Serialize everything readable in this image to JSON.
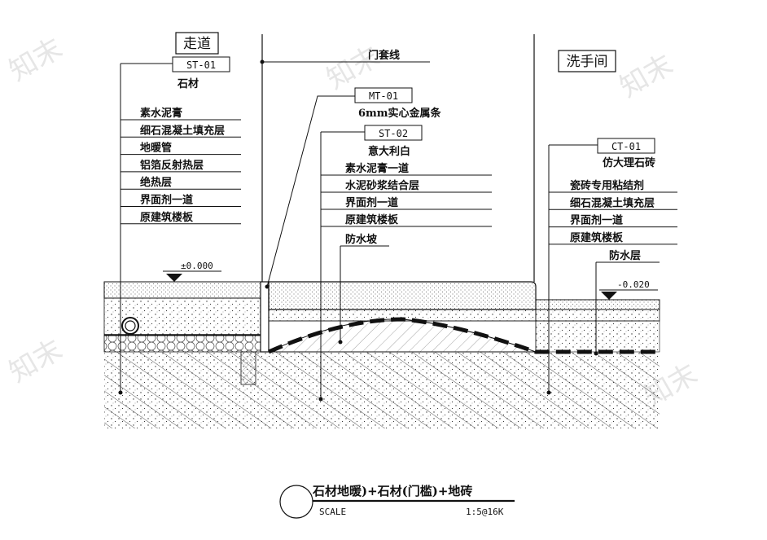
{
  "rooms": {
    "corridor": "走道",
    "washroom": "洗手间"
  },
  "watermark": "知末",
  "left_stack": {
    "code": "ST-01",
    "material": "石材",
    "layers": [
      "素水泥膏",
      "细石混凝土填充层",
      "地暖管",
      "铝箔反射热层",
      "绝热层",
      "界面剂一道",
      "原建筑楼板"
    ]
  },
  "door_frame": "门套线",
  "metal_strip": {
    "code": "MT-01",
    "material": "6mm实心金属条"
  },
  "threshold_stack": {
    "code": "ST-02",
    "material": "意大利白",
    "layers": [
      "素水泥膏一道",
      "水泥砂浆结合层",
      "界面剂一道",
      "原建筑楼板"
    ]
  },
  "waterproof_slope": "防水坡",
  "right_stack": {
    "code": "CT-01",
    "material": "仿大理石砖",
    "layers": [
      "瓷砖专用粘结剂",
      "细石混凝土填充层",
      "界面剂一道",
      "原建筑楼板"
    ]
  },
  "waterproof_layer": "防水层",
  "levels": {
    "left": "±0.000",
    "right": "-0.020"
  },
  "title_block": {
    "title": "石材地暖)+石材(门槛)+地砖",
    "scale_label": "SCALE",
    "scale_value": "1:5@16K"
  },
  "colors": {
    "line": "#111111",
    "hatch": "#444444",
    "watermark": "#e6e6e6"
  }
}
